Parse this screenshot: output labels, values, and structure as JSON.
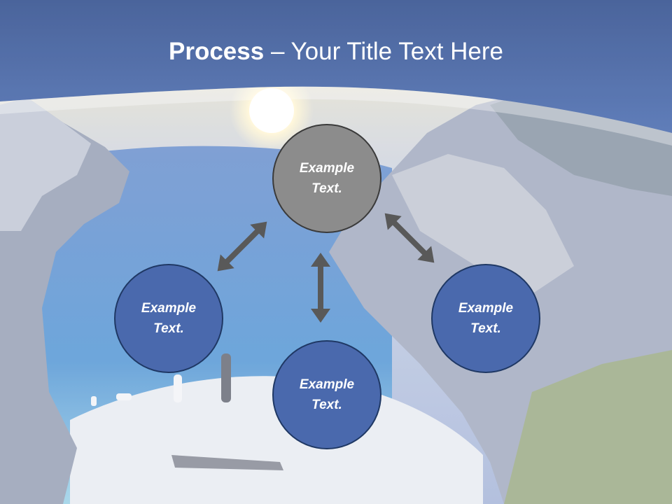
{
  "slide": {
    "title_bold": "Process",
    "title_rest": " – Your Title Text Here"
  },
  "diagram": {
    "nodes": [
      {
        "id": "top",
        "label": "Example Text."
      },
      {
        "id": "left",
        "label": "Example Text."
      },
      {
        "id": "bottom",
        "label": "Example Text."
      },
      {
        "id": "right",
        "label": "Example Text."
      }
    ],
    "edges": [
      {
        "from": "top",
        "to": "left",
        "direction": "both"
      },
      {
        "from": "top",
        "to": "bottom",
        "direction": "both"
      },
      {
        "from": "top",
        "to": "right",
        "direction": "both"
      }
    ]
  },
  "colors": {
    "header_blue": "#3f63a8",
    "node_blue": "#4a69ad",
    "node_gray": "#8c8c8c",
    "arrow": "#595959"
  }
}
